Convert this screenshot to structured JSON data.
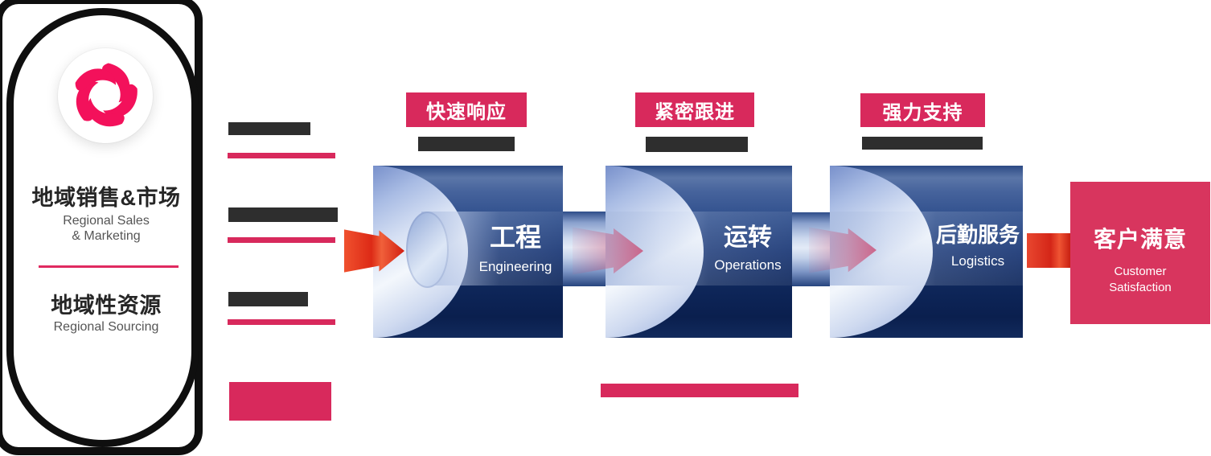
{
  "sidebar": {
    "logo": "pink-swirl-logo",
    "title1": "地域销售&市场",
    "subtitle1_line1": "Regional Sales",
    "subtitle1_line2": "& Marketing",
    "title2": "地域性资源",
    "subtitle2": "Regional Sourcing"
  },
  "stages": [
    {
      "badge": "快速响应",
      "title": "工程",
      "subtitle": "Engineering"
    },
    {
      "badge": "紧密跟进",
      "title": "运转",
      "subtitle": "Operations"
    },
    {
      "badge": "强力支持",
      "title": "后勤服务",
      "subtitle": "Logistics"
    }
  ],
  "result": {
    "title": "客户满意",
    "subtitle_line1": "Customer",
    "subtitle_line2": "Satisfaction"
  },
  "colors": {
    "accent_pink": "#d8295c",
    "logo_pink": "#f3115b",
    "navy_dark": "#0a1f4e",
    "navy_mid": "#2d4d8b",
    "cap_light": "#f3f7fc",
    "bar_dark": "#2e2e2e",
    "arrow_red": "#dd2a16"
  }
}
